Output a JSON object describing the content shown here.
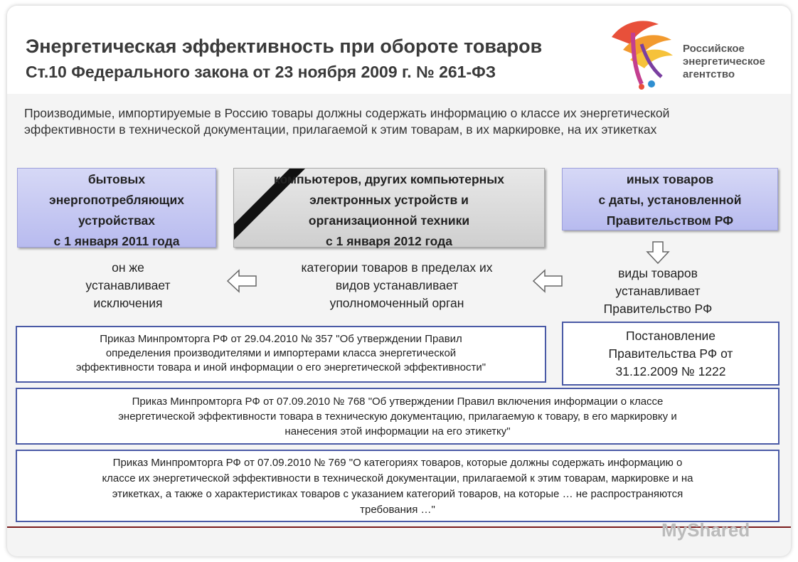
{
  "header": {
    "title": "Энергетическая эффективность при обороте товаров",
    "subtitle": "Ст.10 Федерального закона от 23 ноября 2009 г. № 261-ФЗ",
    "logo_lines": [
      "Российское",
      "энергетическое",
      "агентство"
    ]
  },
  "intro": "Производимые, импортируемые в Россию товары должны содержать информацию о классе их энергетической эффективности в технической документации, прилагаемой к этим товарам, в их маркировке, на их этикетках",
  "categories": {
    "household": [
      "бытовых",
      "энергопотребляющих",
      "устройствах",
      "с 1 января 2011 года"
    ],
    "computers": [
      "компьютеров, других компьютерных",
      "электронных устройств и",
      "организационной техники",
      "с 1 января 2012 года"
    ],
    "other": [
      "иных товаров",
      "с даты, установленной",
      "Правительством РФ"
    ]
  },
  "notes": {
    "exceptions": [
      "он же",
      "устанавливает",
      "исключения"
    ],
    "authority": [
      "категории товаров в пределах их",
      "видов устанавливает",
      "уполномоченный орган"
    ],
    "government": [
      "виды товаров",
      "устанавливает",
      "Правительство РФ"
    ]
  },
  "documents": {
    "order357": [
      "Приказ Минпромторга РФ от 29.04.2010 № 357 \"Об утверждении Правил",
      "определения производителями и импортерами класса энергетической",
      "эффективности товара и иной информации о его энергетической эффективности\""
    ],
    "resolution1222": [
      "Постановление",
      "Правительства РФ от",
      "31.12.2009 № 1222"
    ],
    "order768": [
      "Приказ Минпромторга РФ от 07.09.2010 № 768 \"Об утверждении Правил включения информации о классе",
      "энергетической эффективности товара в техническую документацию, прилагаемую к товару, в его маркировку и",
      "нанесения этой информации на его этикетку\""
    ],
    "order769": [
      "Приказ Минпромторга РФ от 07.09.2010 № 769 \"О категориях товаров, которые должны содержать информацию о",
      "классе их энергетической эффективности в технической документации, прилагаемой к этим товарам, маркировке и на",
      "этикетках, а также о характеристиках товаров с указанием категорий товаров, на которые … не распространяются",
      "требования …\""
    ]
  },
  "watermark": "MyShared",
  "colors": {
    "blue_box": "#c6c9f3",
    "doc_border": "#4a5aa6",
    "footer_line": "#7a1c1c"
  }
}
